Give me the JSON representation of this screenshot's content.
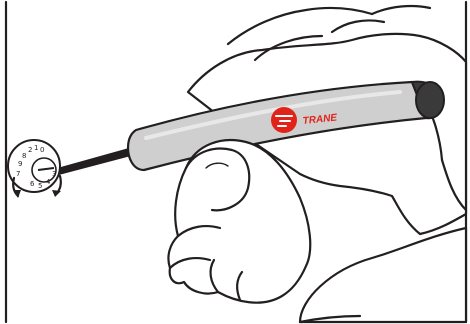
{
  "logo": {
    "text": "TRANE",
    "color": "#e2231a"
  },
  "dial": {
    "digits": [
      "9",
      "8",
      "7",
      "6",
      "5",
      "4",
      "3",
      "2",
      "1",
      "0"
    ]
  },
  "colors": {
    "ink": "#231f20",
    "tool_body": "#cfcfcf",
    "tool_cap": "#3a3a3a",
    "background": "#ffffff"
  }
}
